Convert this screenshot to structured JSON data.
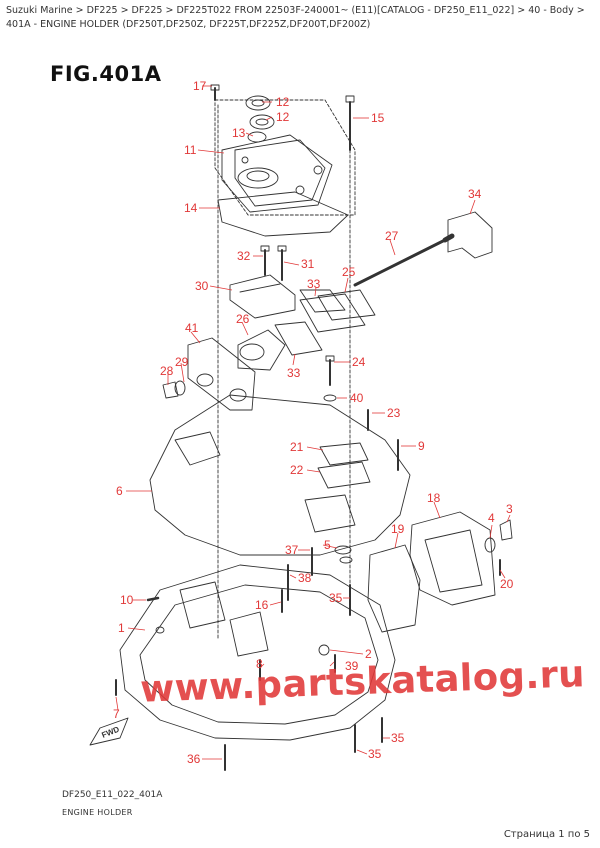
{
  "breadcrumb": "Suzuki Marine > DF225 > DF225 > DF225T022 FROM 22503F-240001~ (E11)[CATALOG - DF250_E11_022] > 40 - Body > 401A - ENGINE HOLDER (DF250T,DF250Z, DF225T,DF225Z,DF200T,DF200Z)",
  "figure_title": "FIG.401A",
  "drawing_code": "DF250_E11_022_401A",
  "caption": "ENGINE HOLDER",
  "watermark": "www.partskatalog.ru",
  "pager": "Страница 1 по 5",
  "colors": {
    "callout": "#e13838",
    "line": "#333333"
  },
  "callouts": [
    {
      "id": "17",
      "label": "17"
    },
    {
      "id": "12a",
      "label": "12"
    },
    {
      "id": "12b",
      "label": "12"
    },
    {
      "id": "15",
      "label": "15"
    },
    {
      "id": "13",
      "label": "13"
    },
    {
      "id": "11",
      "label": "11"
    },
    {
      "id": "14",
      "label": "14"
    },
    {
      "id": "34",
      "label": "34"
    },
    {
      "id": "27",
      "label": "27"
    },
    {
      "id": "32",
      "label": "32"
    },
    {
      "id": "31",
      "label": "31"
    },
    {
      "id": "25",
      "label": "25"
    },
    {
      "id": "30",
      "label": "30"
    },
    {
      "id": "33a",
      "label": "33"
    },
    {
      "id": "41",
      "label": "41"
    },
    {
      "id": "26",
      "label": "26"
    },
    {
      "id": "29",
      "label": "29"
    },
    {
      "id": "24",
      "label": "24"
    },
    {
      "id": "28",
      "label": "28"
    },
    {
      "id": "33b",
      "label": "33"
    },
    {
      "id": "40",
      "label": "40"
    },
    {
      "id": "23",
      "label": "23"
    },
    {
      "id": "9",
      "label": "9"
    },
    {
      "id": "21",
      "label": "21"
    },
    {
      "id": "22",
      "label": "22"
    },
    {
      "id": "6",
      "label": "6"
    },
    {
      "id": "18",
      "label": "18"
    },
    {
      "id": "3",
      "label": "3"
    },
    {
      "id": "4",
      "label": "4"
    },
    {
      "id": "19",
      "label": "19"
    },
    {
      "id": "37",
      "label": "37"
    },
    {
      "id": "5",
      "label": "5"
    },
    {
      "id": "38",
      "label": "38"
    },
    {
      "id": "20",
      "label": "20"
    },
    {
      "id": "10",
      "label": "10"
    },
    {
      "id": "16",
      "label": "16"
    },
    {
      "id": "35a",
      "label": "35"
    },
    {
      "id": "1",
      "label": "1"
    },
    {
      "id": "39",
      "label": "39"
    },
    {
      "id": "8",
      "label": "8"
    },
    {
      "id": "2",
      "label": "2"
    },
    {
      "id": "7",
      "label": "7"
    },
    {
      "id": "35b",
      "label": "35"
    },
    {
      "id": "35c",
      "label": "35"
    },
    {
      "id": "36",
      "label": "36"
    }
  ],
  "fwd_label": "FWD"
}
